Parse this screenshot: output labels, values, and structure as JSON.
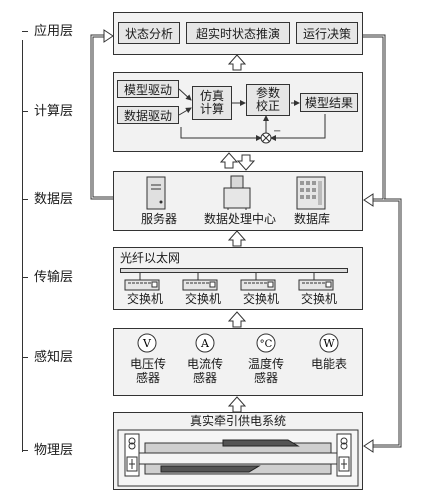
{
  "layers": {
    "application": "应用层",
    "compute": "计算层",
    "data": "数据层",
    "transport": "传输层",
    "sensing": "感知层",
    "physical": "物理层"
  },
  "application": {
    "items": [
      "状态分析",
      "超实时状态推演",
      "运行决策"
    ]
  },
  "compute": {
    "model_driven": "模型驱动",
    "data_driven": "数据驱动",
    "simulation": "仿真计算",
    "param_correction": "参数校正",
    "model_result": "模型结果",
    "minus_sign": "−"
  },
  "data": {
    "server": "服务器",
    "processing_center": "数据处理中心",
    "database": "数据库"
  },
  "transport": {
    "network": "光纤以太网",
    "switch_label": "交换机"
  },
  "sensing": {
    "voltage_symbol": "V",
    "voltage_label": "电压传感器",
    "current_symbol": "A",
    "current_label": "电流传感器",
    "temp_symbol": "°C",
    "temp_label": "温度传感器",
    "meter_symbol": "W",
    "meter_label": "电能表"
  },
  "physical": {
    "title": "真实牵引供电系统"
  }
}
